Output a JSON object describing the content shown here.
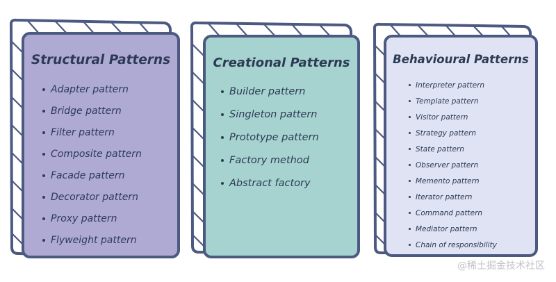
{
  "colors": {
    "outline": "#4c5a82",
    "text": "#2d3a55",
    "structural_fill": "#aeaad4",
    "creational_fill": "#a6d3d0",
    "behavioural_fill": "#dfe3f3",
    "back_fill": "#ffffff"
  },
  "cards": [
    {
      "id": "structural",
      "title": "Structural Patterns",
      "items": [
        "Adapter pattern",
        "Bridge pattern",
        "Filter pattern",
        "Composite pattern",
        "Facade pattern",
        "Decorator pattern",
        "Proxy pattern",
        "Flyweight pattern"
      ]
    },
    {
      "id": "creational",
      "title": "Creational Patterns",
      "items": [
        "Builder pattern",
        "Singleton pattern",
        "Prototype pattern",
        "Factory method",
        "Abstract factory"
      ]
    },
    {
      "id": "behavioural",
      "title": "Behavioural Patterns",
      "items": [
        "Interpreter pattern",
        "Template pattern",
        "Visitor pattern",
        "Strategy pattern",
        "State pattern",
        "Observer pattern",
        "Memento pattern",
        "Iterator pattern",
        "Command pattern",
        "Mediator pattern",
        "Chain of responsibility"
      ]
    }
  ],
  "watermark": "@稀土掘金技术社区"
}
